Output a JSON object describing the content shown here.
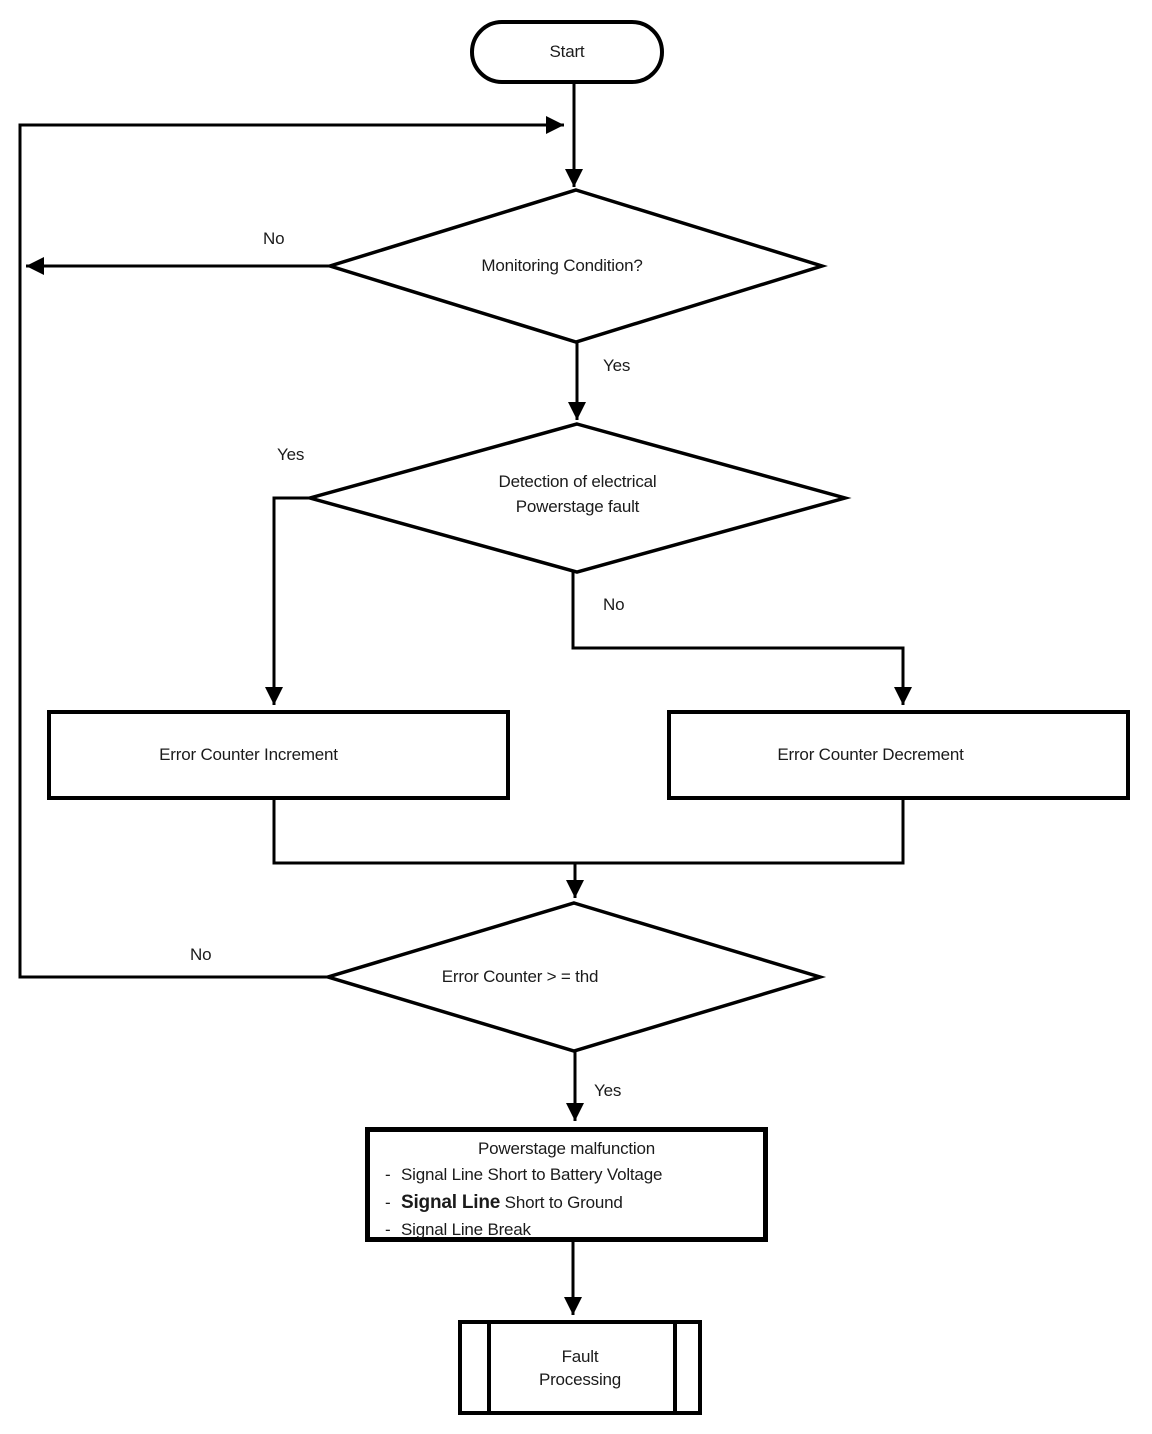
{
  "nodes": {
    "start": "Start",
    "monitoring_decision": "Monitoring Condition?",
    "detection_decision": {
      "line1": "Detection of electrical",
      "line2": "Powerstage fault"
    },
    "increment_box": "Error Counter Increment",
    "decrement_box": "Error Counter Decrement",
    "threshold_decision": "Error Counter > = thd",
    "malfunction_box": {
      "title": "Powerstage malfunction",
      "dash": "-",
      "bullets": [
        {
          "pre": "Signal Line Short to Battery Voltage",
          "bold": "",
          "post": ""
        },
        {
          "pre": "",
          "bold": "Signal Line",
          "post": " Short to Ground"
        },
        {
          "pre": "Signal Line Break",
          "bold": "",
          "post": ""
        }
      ]
    },
    "fault_box": {
      "line1": "Fault",
      "line2": "Processing"
    }
  },
  "edge_labels": {
    "monitoring_no": "No",
    "monitoring_yes": "Yes",
    "detection_yes": "Yes",
    "detection_no": "No",
    "threshold_no": "No",
    "threshold_yes": "Yes"
  },
  "colors": {
    "line": "#000000",
    "text": "#1b1b1b",
    "background": "#ffffff"
  }
}
